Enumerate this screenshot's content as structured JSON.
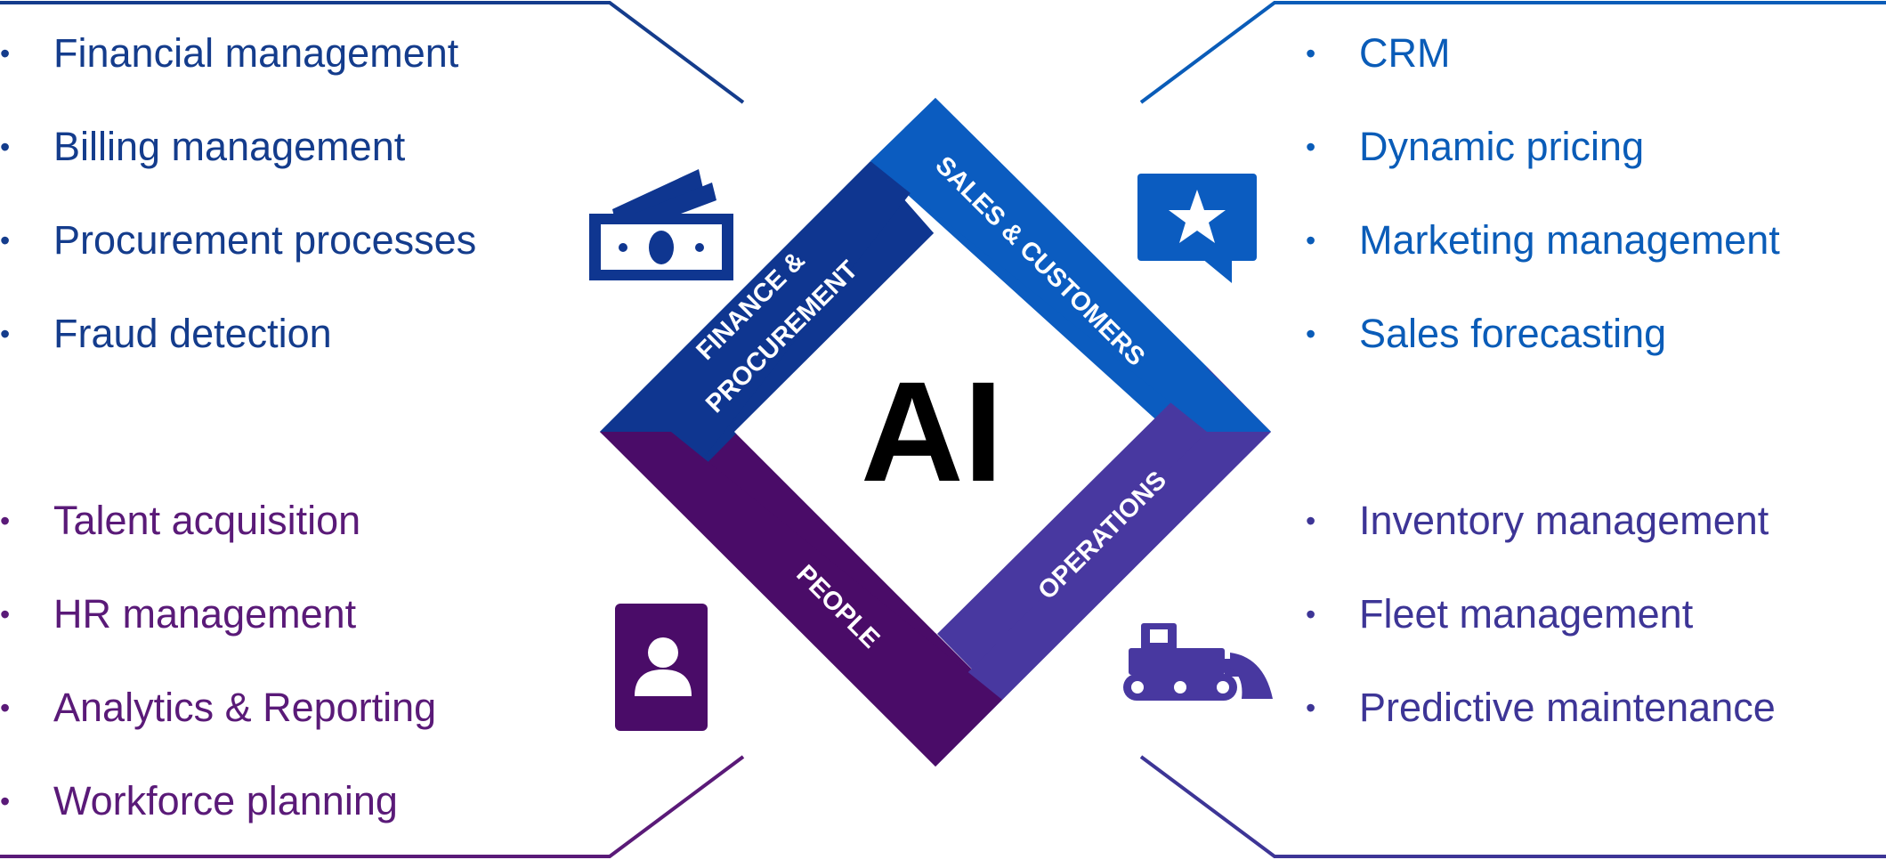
{
  "center": {
    "label": "AI"
  },
  "quadrants": {
    "finance": {
      "band_line1": "FINANCE &",
      "band_line2": "PROCUREMENT",
      "color": "#0f3690",
      "icon": "money-bills-icon",
      "items": [
        "Financial management",
        "Billing management",
        "Procurement processes",
        "Fraud detection"
      ]
    },
    "sales": {
      "band_label": "SALES & CUSTOMERS",
      "color": "#0b5cc0",
      "icon": "star-chat-icon",
      "items": [
        "CRM",
        "Dynamic pricing",
        "Marketing management",
        "Sales forecasting"
      ]
    },
    "people": {
      "band_label": "PEOPLE",
      "color": "#4a0c68",
      "icon": "id-badge-icon",
      "items": [
        "Talent acquisition",
        "HR management",
        "Analytics & Reporting",
        "Workforce planning"
      ]
    },
    "operations": {
      "band_label": "OPERATIONS",
      "color": "#4838a0",
      "icon": "bulldozer-icon",
      "items": [
        "Inventory management",
        "Fleet management",
        "Predictive maintenance"
      ]
    }
  },
  "bullet": "•"
}
